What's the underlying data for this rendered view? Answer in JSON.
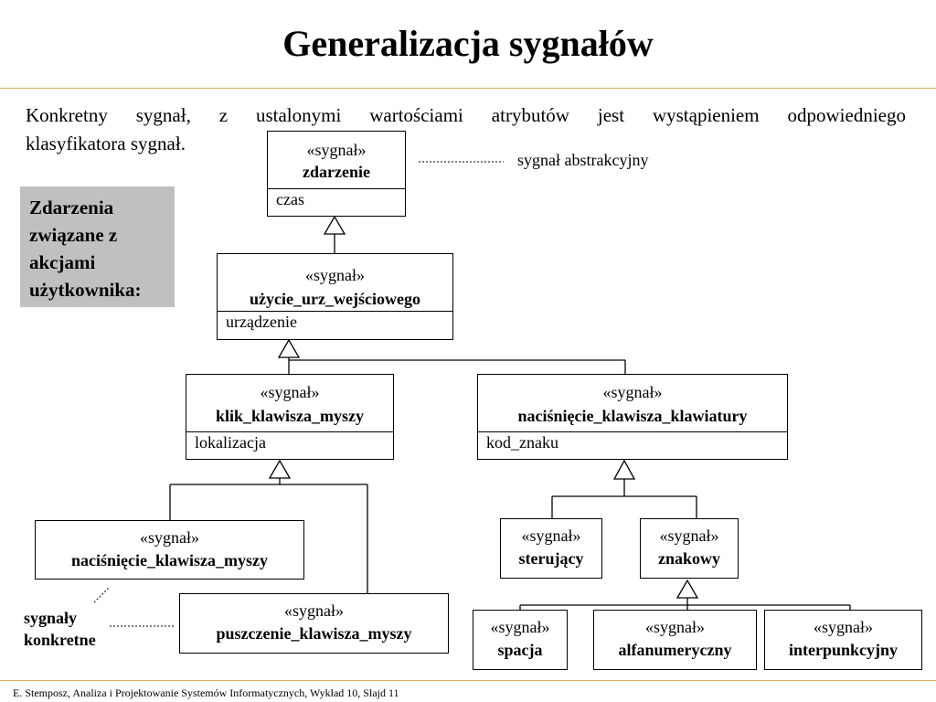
{
  "title": "Generalizacja sygnałów",
  "intro": {
    "line1": "Konkretny sygnał, z ustalonymi wartościami atrybutów jest wystąpieniem odpowiedniego",
    "line2": "klasyfikatora sygnał."
  },
  "side_box": "Zdarzenia związane z akcjami użytkownika:",
  "stereotype": "«sygnał»",
  "classes": {
    "zdarzenie": {
      "name": "zdarzenie",
      "attr": "czas"
    },
    "uzycie": {
      "name": "użycie_urz_wejściowego",
      "attr": "urządzenie"
    },
    "klik": {
      "name": "klik_klawisza_myszy",
      "attr": "lokalizacja"
    },
    "klawiatura": {
      "name": "naciśnięcie_klawisza_klawiatury",
      "attr": "kod_znaku"
    },
    "nacisniecie_myszy": {
      "name": "naciśnięcie_klawisza_myszy"
    },
    "puszczenie_myszy": {
      "name": "puszczenie_klawisza_myszy"
    },
    "sterujacy": {
      "name": "sterujący"
    },
    "znakowy": {
      "name": "znakowy"
    },
    "spacja": {
      "name": "spacja"
    },
    "alfanumeryczny": {
      "name": "alfanumeryczny"
    },
    "interpunkcyjny": {
      "name": "interpunkcyjny"
    }
  },
  "notes": {
    "abstract": "sygnał abstrakcyjny",
    "concrete_line1": "sygnały",
    "concrete_line2": "konkretne"
  },
  "footer": "E. Stemposz, Analiza i Projektowanie Systemów Informatycznych, Wykład 10, Slajd 11"
}
